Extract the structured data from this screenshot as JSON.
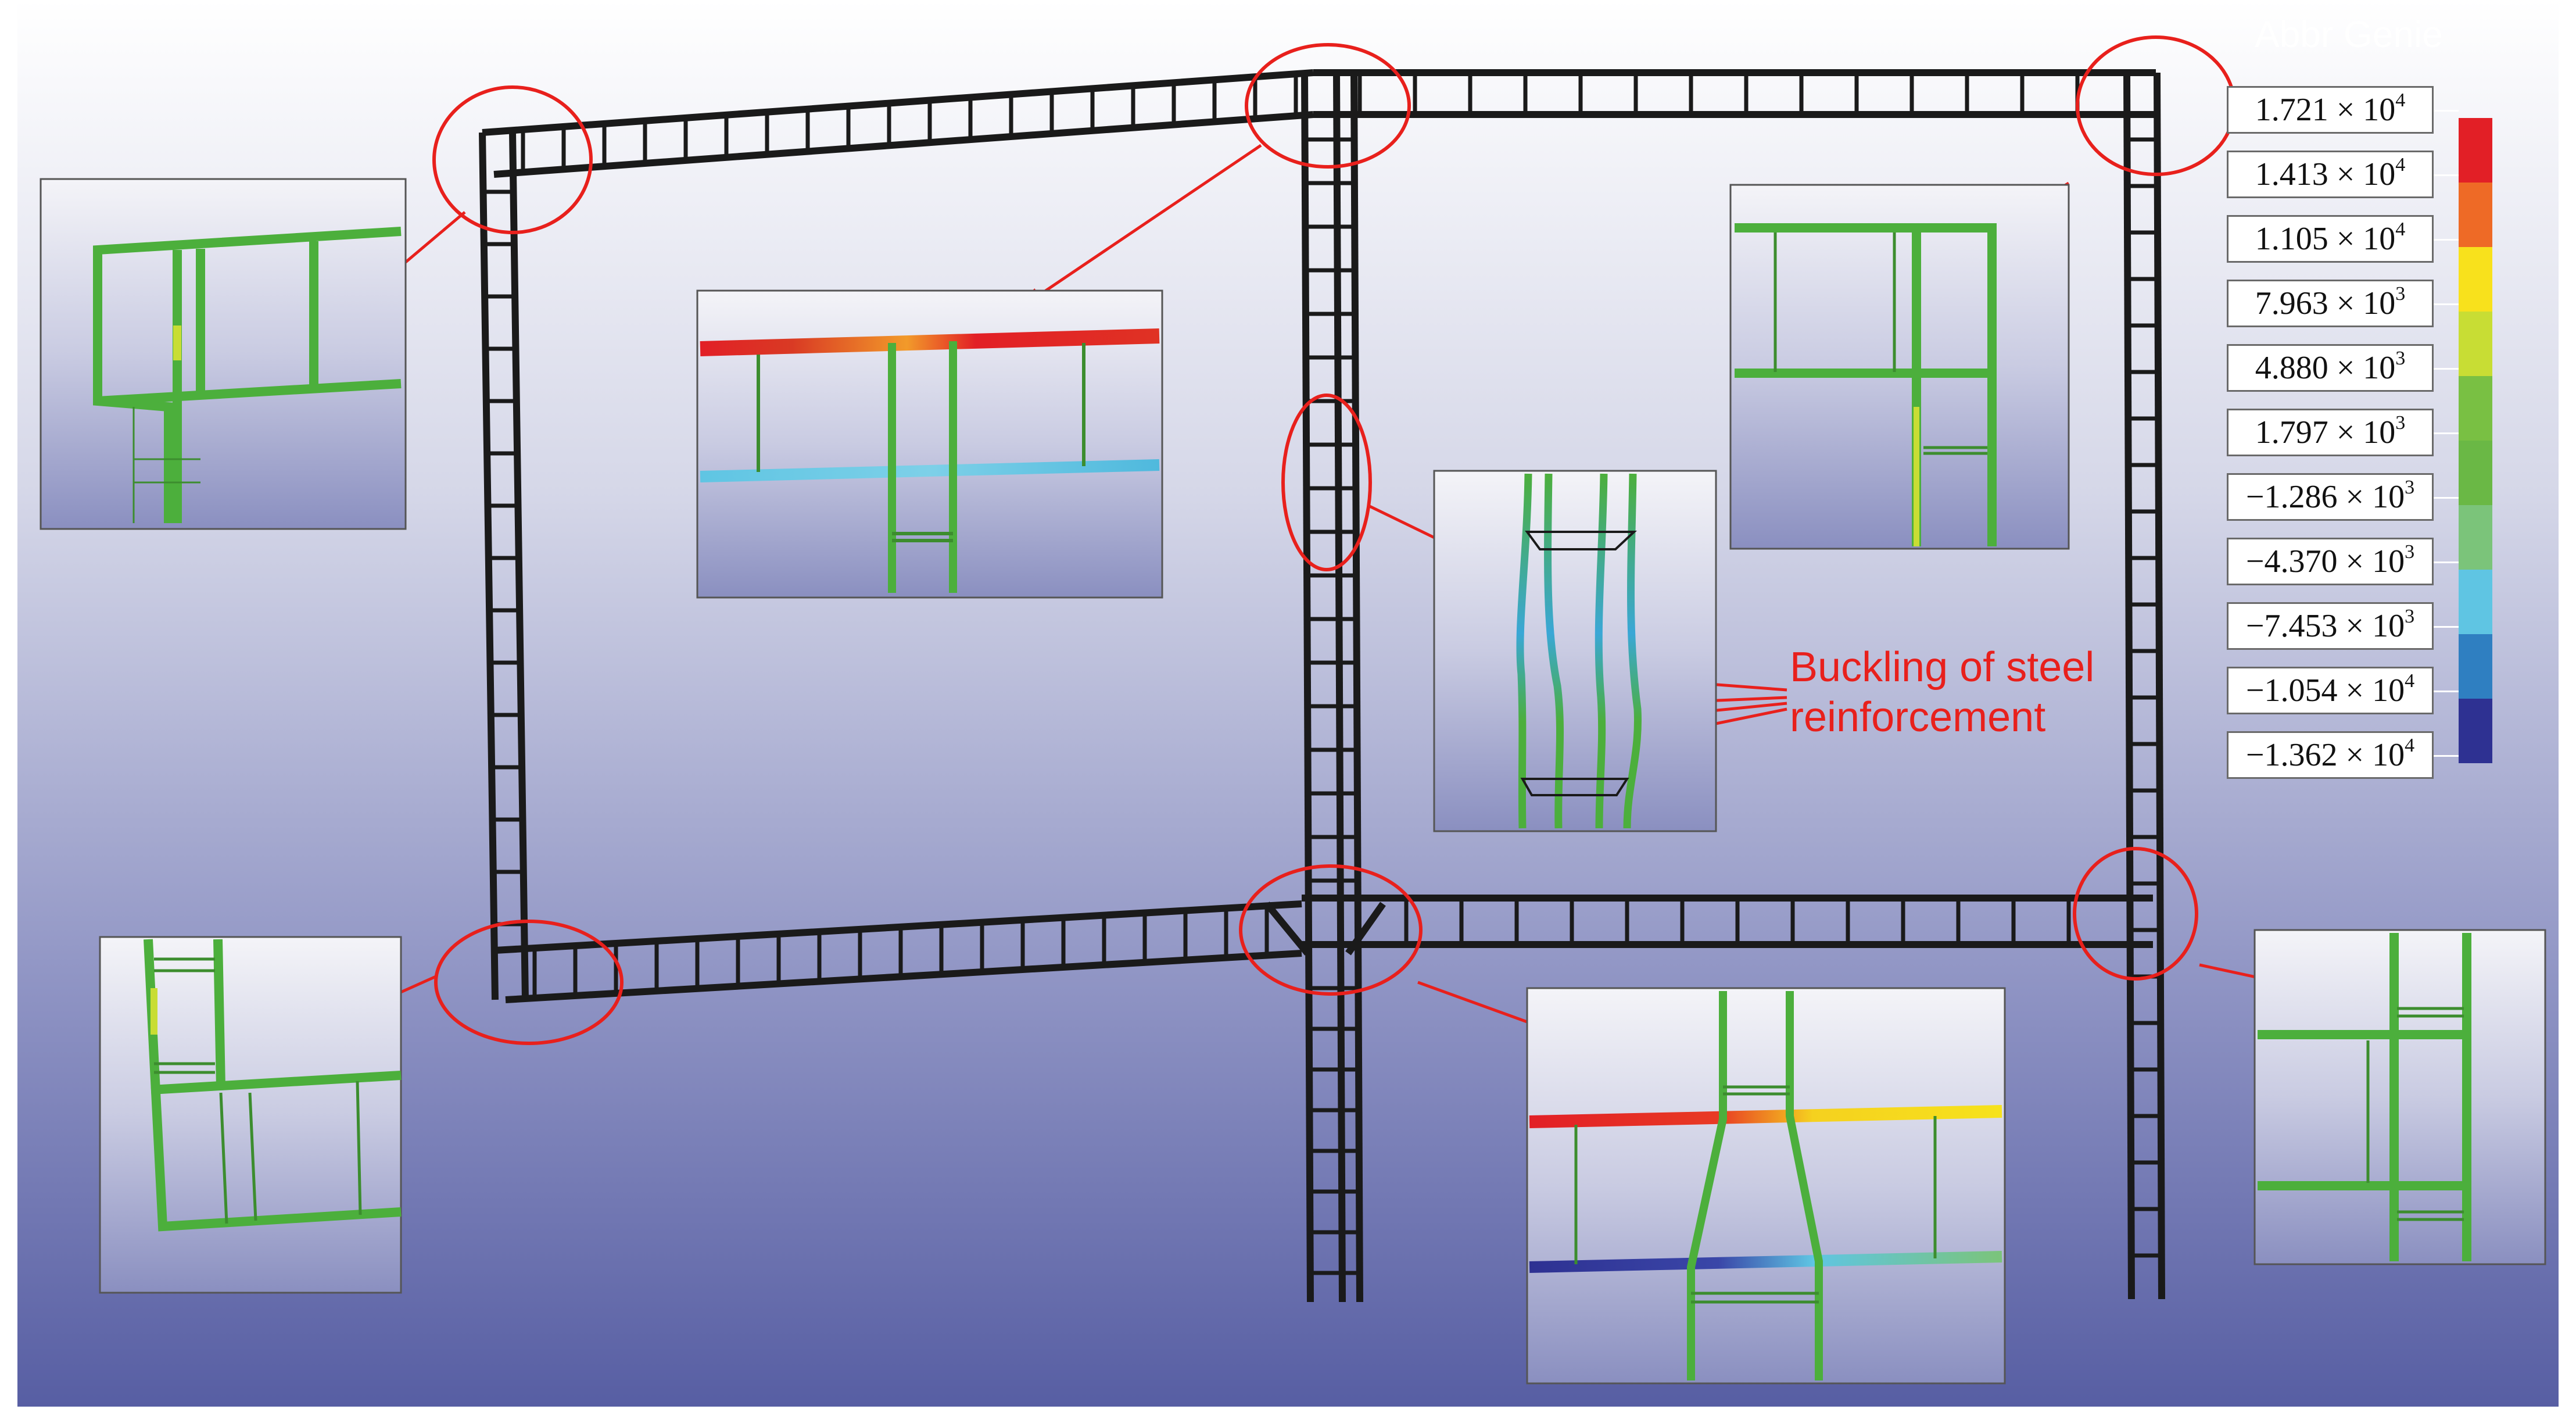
{
  "annotation": {
    "line1": "Buckling of steel",
    "line2": "reinforcement"
  },
  "watermark": "Abbr Genie",
  "legend": {
    "labels": [
      {
        "mantissa": "1.721",
        "exp": "4"
      },
      {
        "mantissa": "1.413",
        "exp": "4"
      },
      {
        "mantissa": "1.105",
        "exp": "4"
      },
      {
        "mantissa": "7.963",
        "exp": "3"
      },
      {
        "mantissa": "4.880",
        "exp": "3"
      },
      {
        "mantissa": "1.797",
        "exp": "3"
      },
      {
        "mantissa": "−1.286",
        "exp": "3"
      },
      {
        "mantissa": "−4.370",
        "exp": "3"
      },
      {
        "mantissa": "−7.453",
        "exp": "3"
      },
      {
        "mantissa": "−1.054",
        "exp": "4"
      },
      {
        "mantissa": "−1.362",
        "exp": "4"
      }
    ],
    "colors": [
      "#e21f26",
      "#ee6a26",
      "#f8e11c",
      "#c8dd34",
      "#79c043",
      "#6ab845",
      "#7bc47a",
      "#5fc5e3",
      "#2f7fc1",
      "#2e3192"
    ]
  },
  "colors": {
    "background_top": "#ffffff",
    "background_bottom": "#575ea3",
    "frame": "#1a1a1a",
    "rebar_green": "#4caf3c",
    "highlight": "#e8201c"
  }
}
